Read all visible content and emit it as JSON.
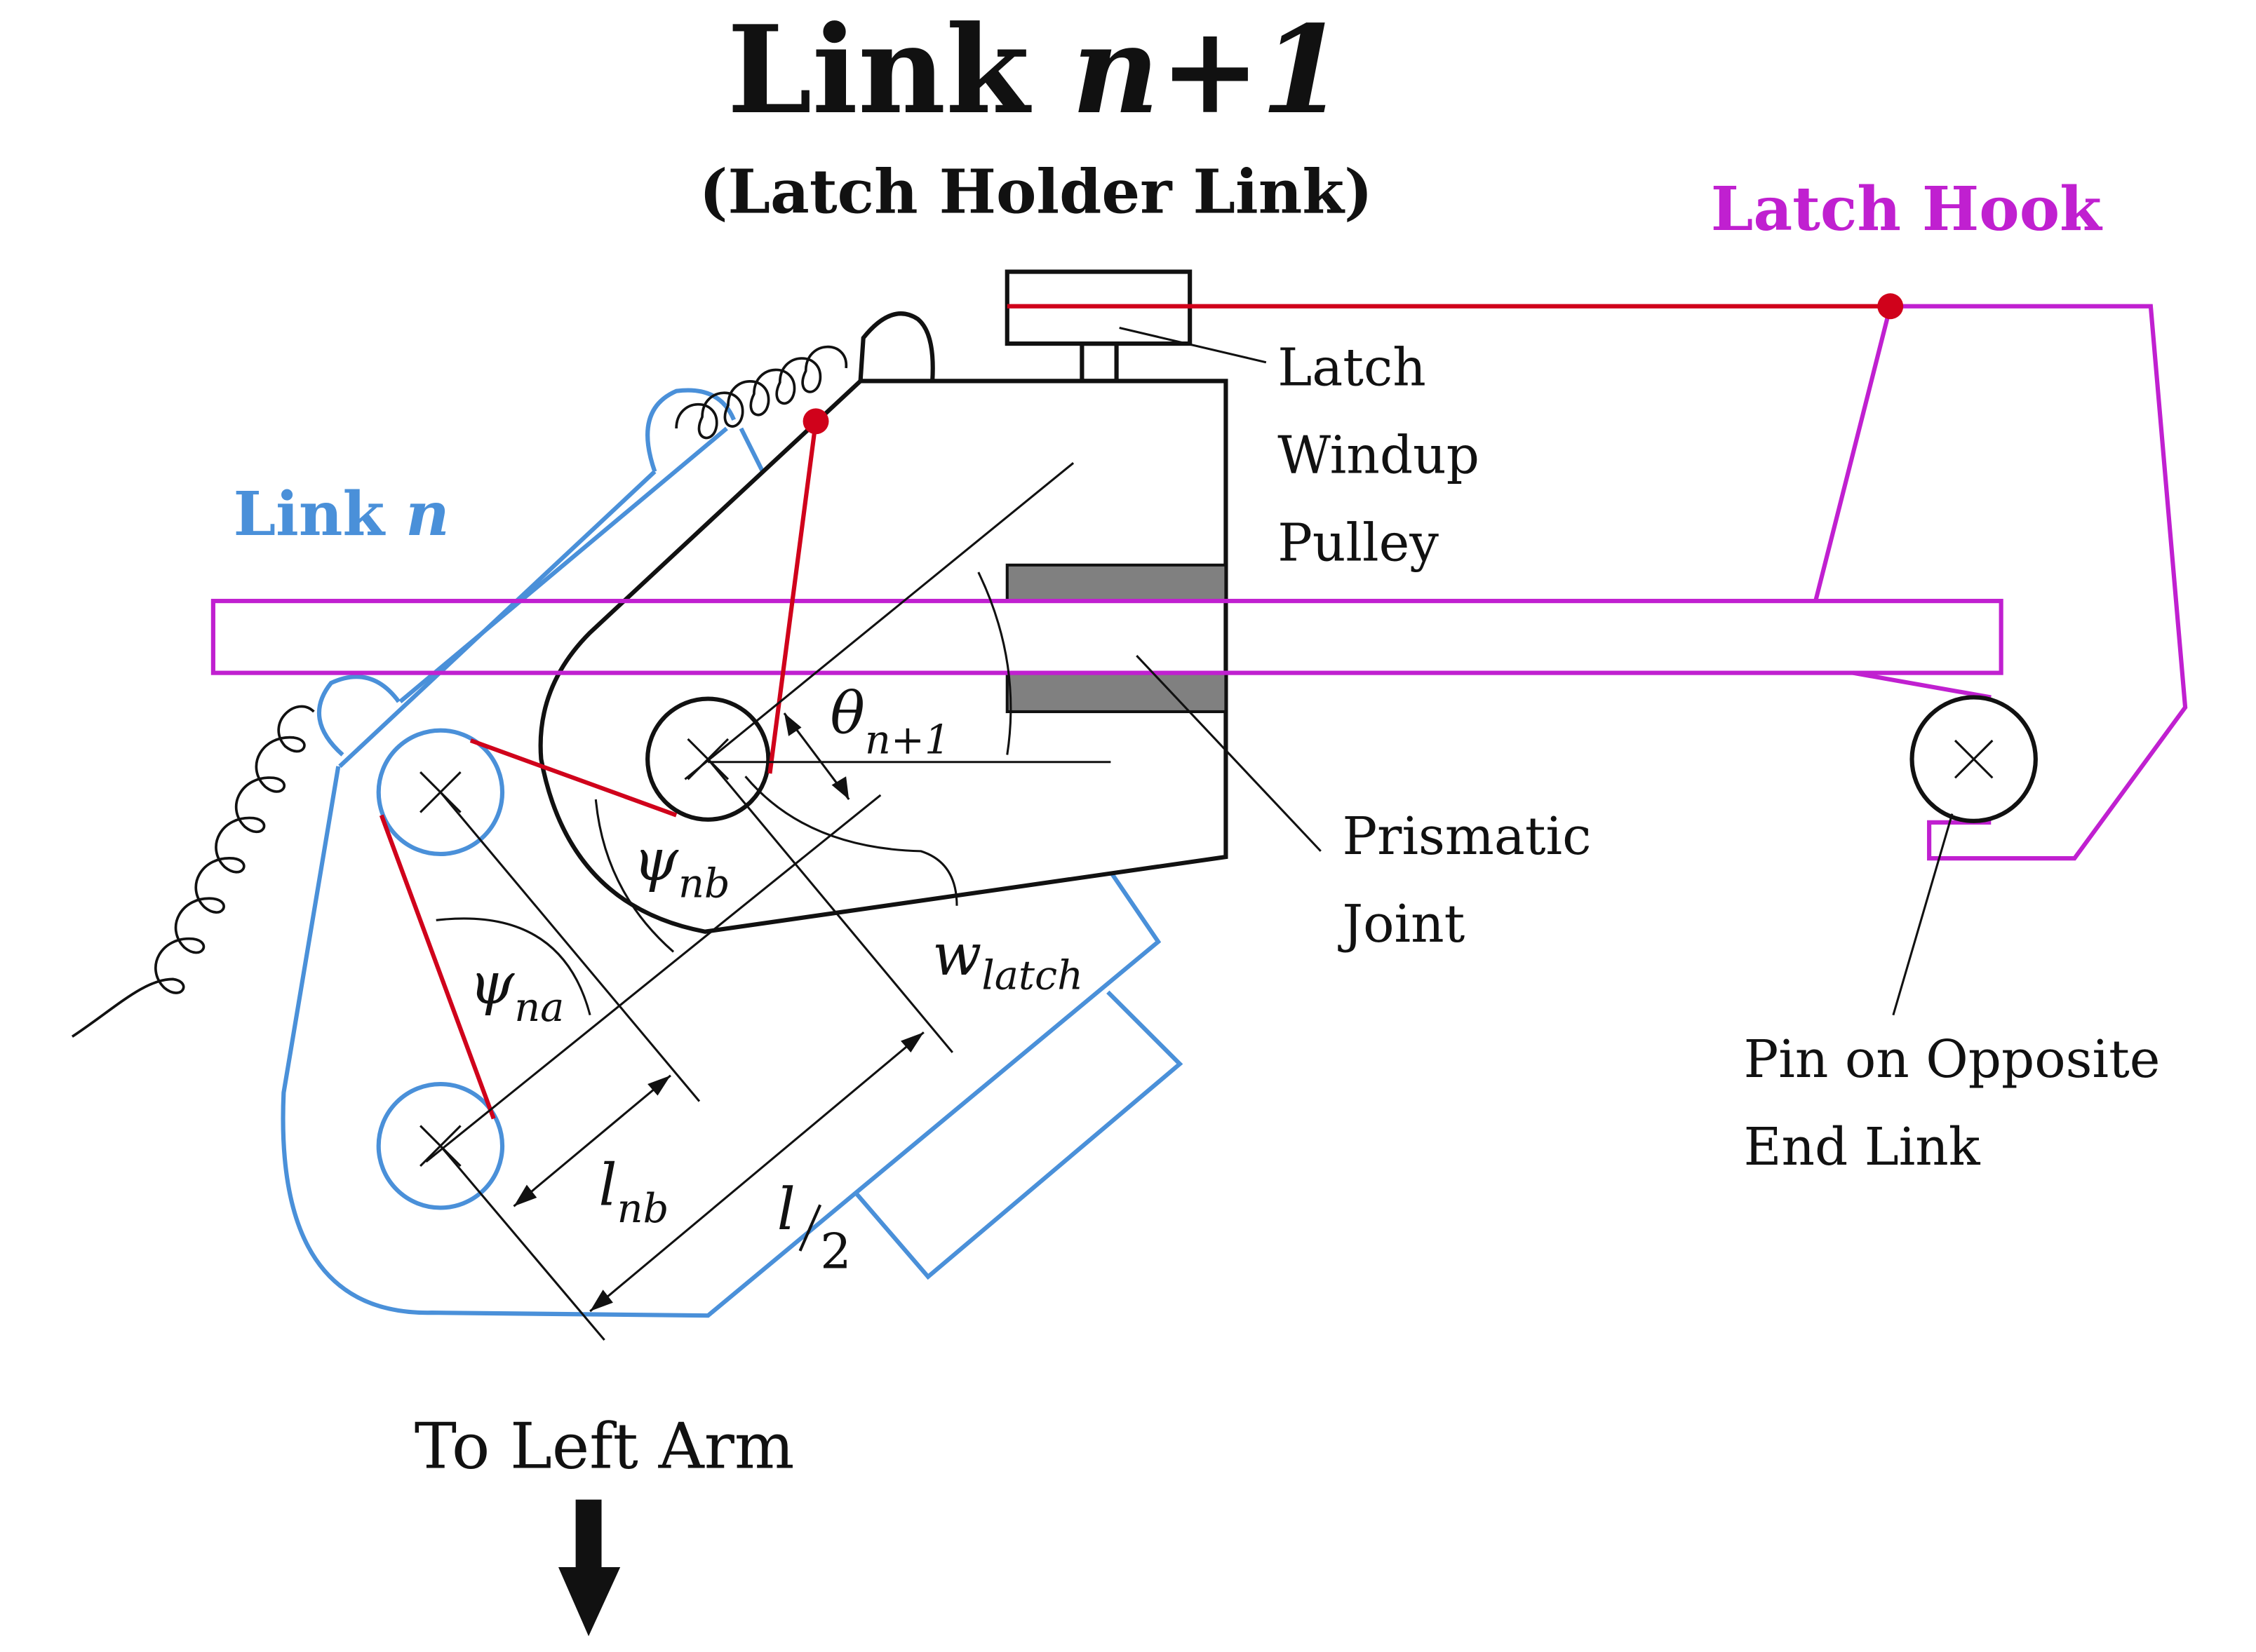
{
  "labels": {
    "title_line1_prefix": "Link ",
    "title_line1_var": "n+1",
    "title_line2": "(Latch Holder Link)",
    "latch_hook": "Latch Hook",
    "link_n_prefix": "Link ",
    "link_n_var": "n",
    "pulley_1": "Latch",
    "pulley_2": "Windup",
    "pulley_3": "Pulley",
    "prismatic_1": "Prismatic",
    "prismatic_2": "Joint",
    "pin_1": "Pin on Opposite",
    "pin_2": "End Link",
    "to_left_arm": "To Left Arm"
  },
  "symbols": {
    "theta": "θ",
    "theta_sub": "n+1",
    "psi_nb": "ψ",
    "psi_nb_sub": "nb",
    "psi_na": "ψ",
    "psi_na_sub": "na",
    "w": "w",
    "w_sub": "latch",
    "l_nb": "l",
    "l_nb_sub": "nb",
    "l_half_num": "l",
    "l_half_den": "2"
  },
  "colors": {
    "link_n": "#4a90d9",
    "latch_hook": "#c020d0",
    "cable": "#d0021b",
    "holder": "#111111",
    "prismatic_fill": "#808080"
  }
}
